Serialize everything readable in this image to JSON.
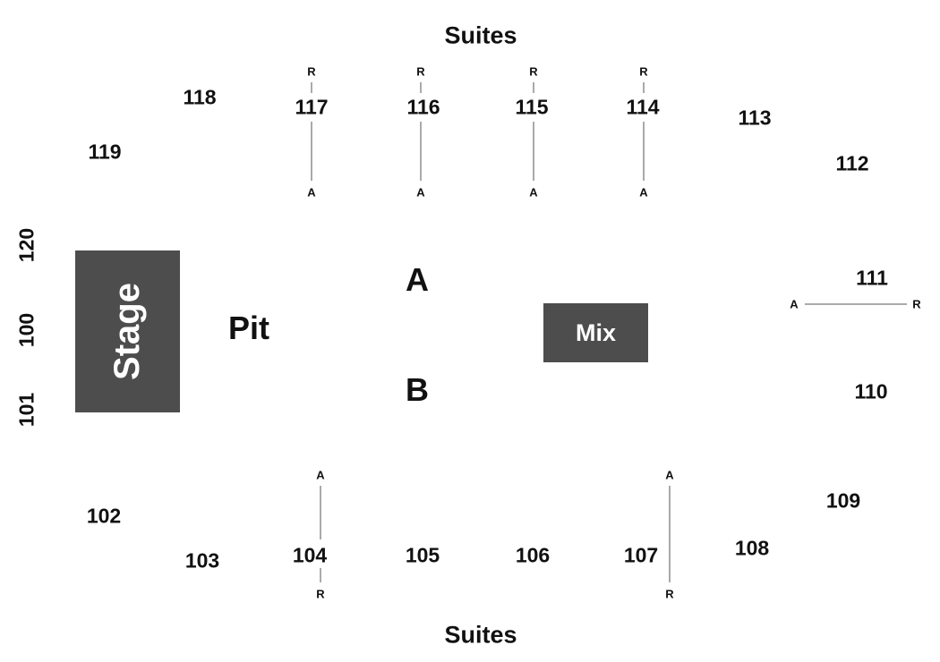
{
  "map": {
    "suites_top": "Suites",
    "suites_bottom": "Suites",
    "stage": "Stage",
    "pit": "Pit",
    "mix": "Mix",
    "floor_a": "A",
    "floor_b": "B",
    "line_end_a": "A",
    "line_end_r": "R",
    "sections": {
      "s100": "100",
      "s101": "101",
      "s102": "102",
      "s103": "103",
      "s104": "104",
      "s105": "105",
      "s106": "106",
      "s107": "107",
      "s108": "108",
      "s109": "109",
      "s110": "110",
      "s111": "111",
      "s112": "112",
      "s113": "113",
      "s114": "114",
      "s115": "115",
      "s116": "116",
      "s117": "117",
      "s118": "118",
      "s119": "119",
      "s120": "120"
    },
    "colors": {
      "block": "#4d4d4d",
      "text": "#111111",
      "line": "#555555"
    }
  }
}
